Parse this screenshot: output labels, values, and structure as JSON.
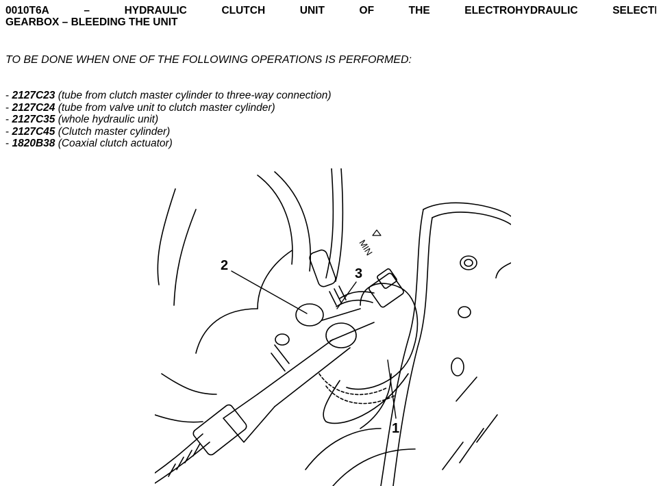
{
  "heading": {
    "line1_words": [
      "0010T6A",
      "–",
      "HYDRAULIC",
      "CLUTCH",
      "UNIT",
      "OF",
      "THE",
      "ELECTROHYDRAULIC",
      "SELECTION"
    ],
    "line2": "GEARBOX – BLEEDING THE UNIT"
  },
  "intro": "TO BE DONE WHEN ONE OF THE FOLLOWING OPERATIONS IS PERFORMED:",
  "operations": [
    {
      "prefix": "- ",
      "code": "2127C23",
      "desc": " (tube from clutch master cylinder to three-way connection)"
    },
    {
      "prefix": "- ",
      "code": "2127C24",
      "desc": " (tube from valve unit to clutch master cylinder)"
    },
    {
      "prefix": "- ",
      "code": "2127C35",
      "desc": " (whole hydraulic unit)"
    },
    {
      "prefix": "- ",
      "code": "2127C45",
      "desc": " (Clutch master cylinder)"
    },
    {
      "prefix": "- ",
      "code": "1820B38",
      "desc": " (Coaxial clutch actuator)"
    }
  ],
  "figure": {
    "callouts": [
      "1",
      "2",
      "3"
    ],
    "reservoir_mark": "MIN"
  }
}
